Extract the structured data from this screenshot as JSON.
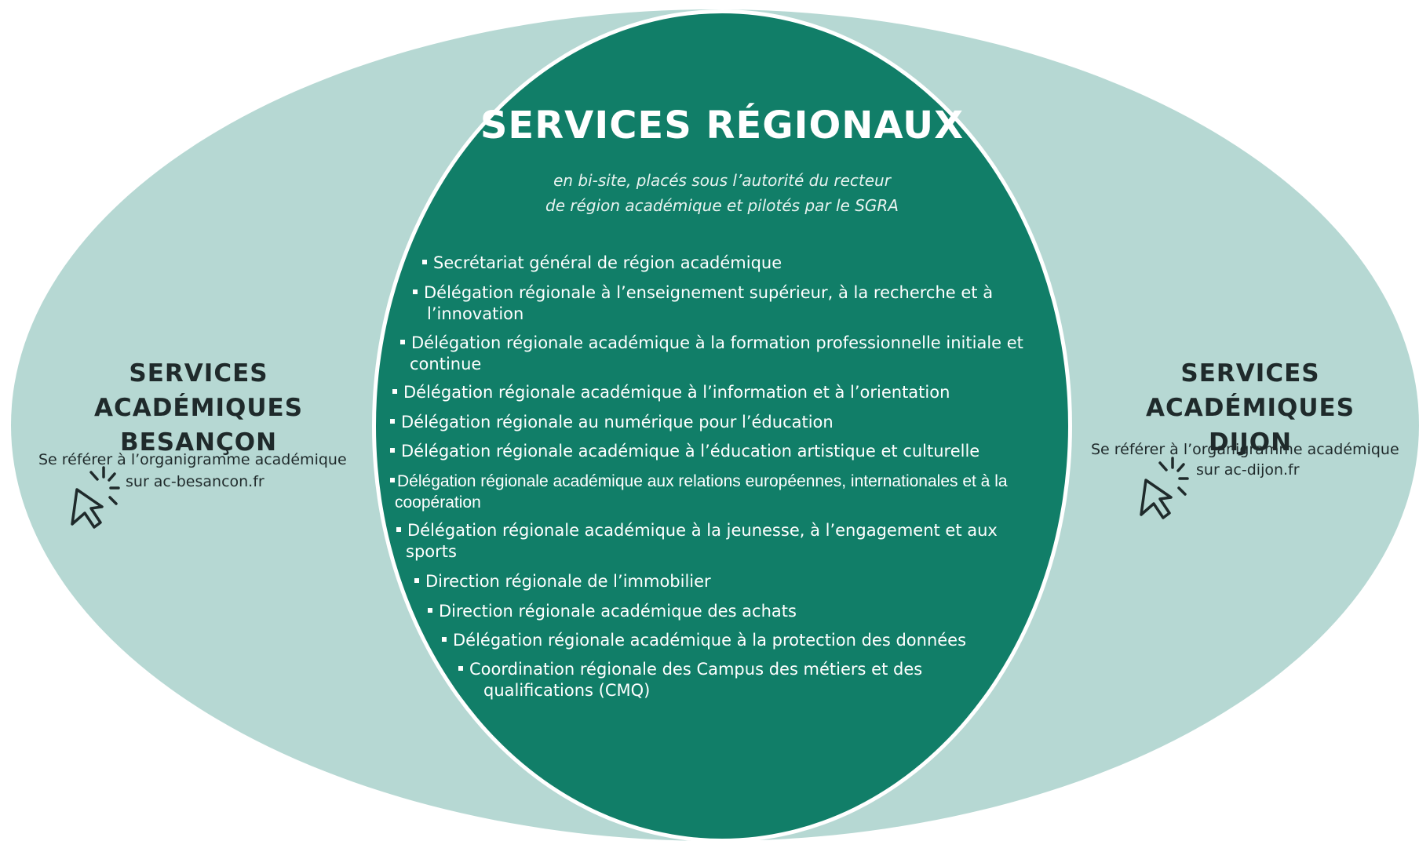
{
  "center": {
    "title": "SERVICES RÉGIONAUX",
    "subtitle_line1": "en bi-site, placés sous l’autorité du recteur",
    "subtitle_line2": "de région académique et pilotés par le SGRA",
    "items": [
      {
        "line1": "Secrétariat général de région académique",
        "line2": ""
      },
      {
        "line1": "Délégation régionale à l’enseignement supérieur, à la recherche et à",
        "line2": "l’innovation"
      },
      {
        "line1": "Délégation régionale académique à la formation professionnelle initiale et",
        "line2": "continue"
      },
      {
        "line1": "Délégation régionale académique à l’information et à l’orientation",
        "line2": ""
      },
      {
        "line1": "Délégation régionale au numérique pour l’éducation",
        "line2": ""
      },
      {
        "line1": "Délégation régionale académique à l’éducation artistique et culturelle",
        "line2": ""
      },
      {
        "line1": "Délégation régionale académique aux relations européennes, internationales et à la",
        "line2": "coopération"
      },
      {
        "line1": "Délégation régionale académique à la jeunesse, à l’engagement et aux",
        "line2": "sports"
      },
      {
        "line1": "Direction régionale de l’immobilier",
        "line2": ""
      },
      {
        "line1": "Direction régionale académique des achats",
        "line2": ""
      },
      {
        "line1": "Délégation régionale académique à la protection des données",
        "line2": ""
      },
      {
        "line1": "Coordination régionale des Campus des métiers et des",
        "line2": "qualifications (CMQ)"
      }
    ]
  },
  "left": {
    "title_line1": "SERVICES ACADÉMIQUES",
    "title_line2": "BESANÇON",
    "text_line1": "Se référer à l’organigramme académique",
    "text_line2": "sur ac-besancon.fr",
    "icon": "pointer-click-icon"
  },
  "right": {
    "title_line1": "SERVICES ACADÉMIQUES",
    "title_line2": "DIJON",
    "text_line1": "Se référer à l’organigramme académique",
    "text_line2": "sur ac-dijon.fr",
    "icon": "pointer-click-icon"
  },
  "colors": {
    "outer": "#b6d8d3",
    "inner": "#117e68",
    "dark_text": "#1f2a2b"
  }
}
